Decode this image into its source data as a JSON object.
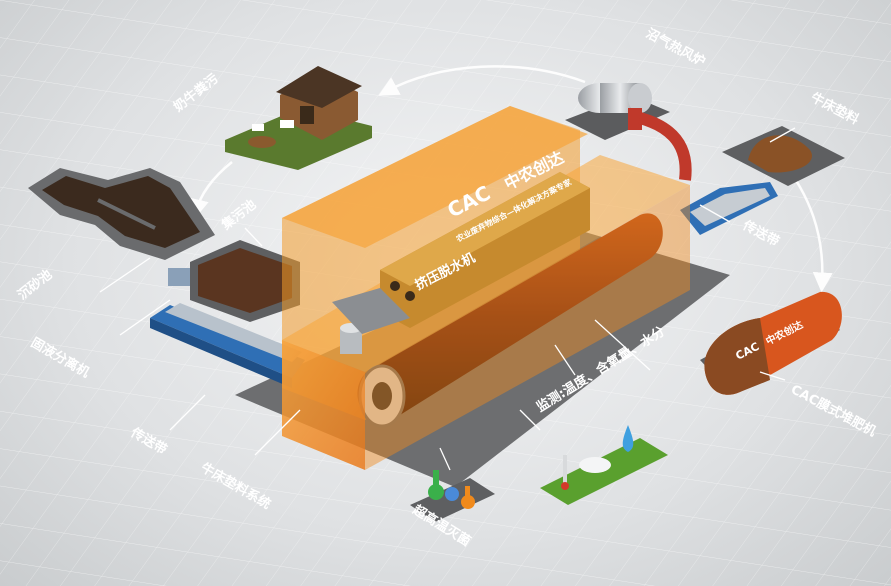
{
  "labels": {
    "dairy_manure": "奶牛粪污",
    "biogas_hot_air_stove": "沼气热风炉",
    "cow_bedding": "牛床垫料",
    "sand_settling_tank": "沉砂池",
    "collection_tank": "集污池",
    "solid_liquid_separator": "固液分离机",
    "conveyor_left": "传送带",
    "conveyor_right": "传送带",
    "bedding_system": "牛床垫料系统",
    "cac_fermenter": "CAC膜式堆肥机",
    "monitoring": "监测:温度、含氧量、水分",
    "high_temp_sterilization": "超高温灭菌",
    "screw_press": "挤压脱水机"
  },
  "brand": {
    "logo": "CAC",
    "name_cn": "中农创达",
    "tagline": "农业废弃物综合—体化解决方案专家"
  },
  "colors": {
    "container_orange": "#f08a1c",
    "container_light": "#f7a53a",
    "drum_dark": "#3a1a12",
    "conveyor_blue": "#2f6fb5",
    "arrow_white": "#ffffff",
    "label_white": "#ffffff"
  }
}
